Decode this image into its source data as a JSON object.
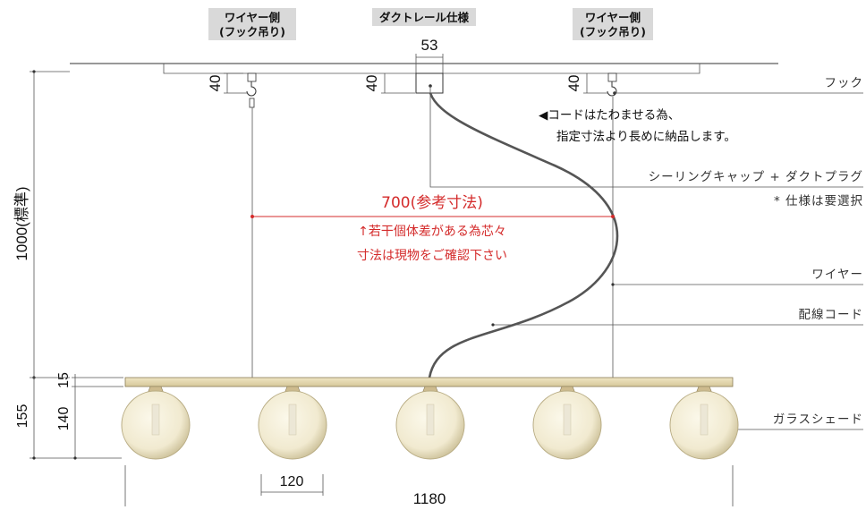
{
  "tags": {
    "left_wire_1": "ワイヤー側",
    "left_wire_2": "(フック吊り)",
    "duct": "ダクトレール仕様",
    "right_wire_1": "ワイヤー側",
    "right_wire_2": "(フック吊り)"
  },
  "dims": {
    "canopy_width": "53",
    "hook_left": "40",
    "hook_mid": "40",
    "hook_right": "40",
    "total_height": "1000(標準)",
    "bar_thickness": "15",
    "shade_height": "140",
    "fixture_height": "155",
    "shade_pitch": "120",
    "total_width": "1180"
  },
  "reference": {
    "width": "700(参考寸法)",
    "note_1": "↑若干個体差がある為芯々",
    "note_2": "寸法は現物をご確認下さい"
  },
  "cord_note": {
    "line_1": "◀コードはたわませる為、",
    "line_2": "指定寸法より長めに納品します。"
  },
  "labels": {
    "hook": "フック",
    "ceiling_cap": "シーリングキャップ + ダクトプラグ",
    "spec": "* 仕様は要選択",
    "wire": "ワイヤー",
    "cord": "配線コード",
    "shade": "ガラスシェード"
  },
  "colors": {
    "reference_red": "#d42b2b",
    "bar": "#e6d9b0",
    "shade": "#f3edd4",
    "brass": "#c9b58a"
  }
}
